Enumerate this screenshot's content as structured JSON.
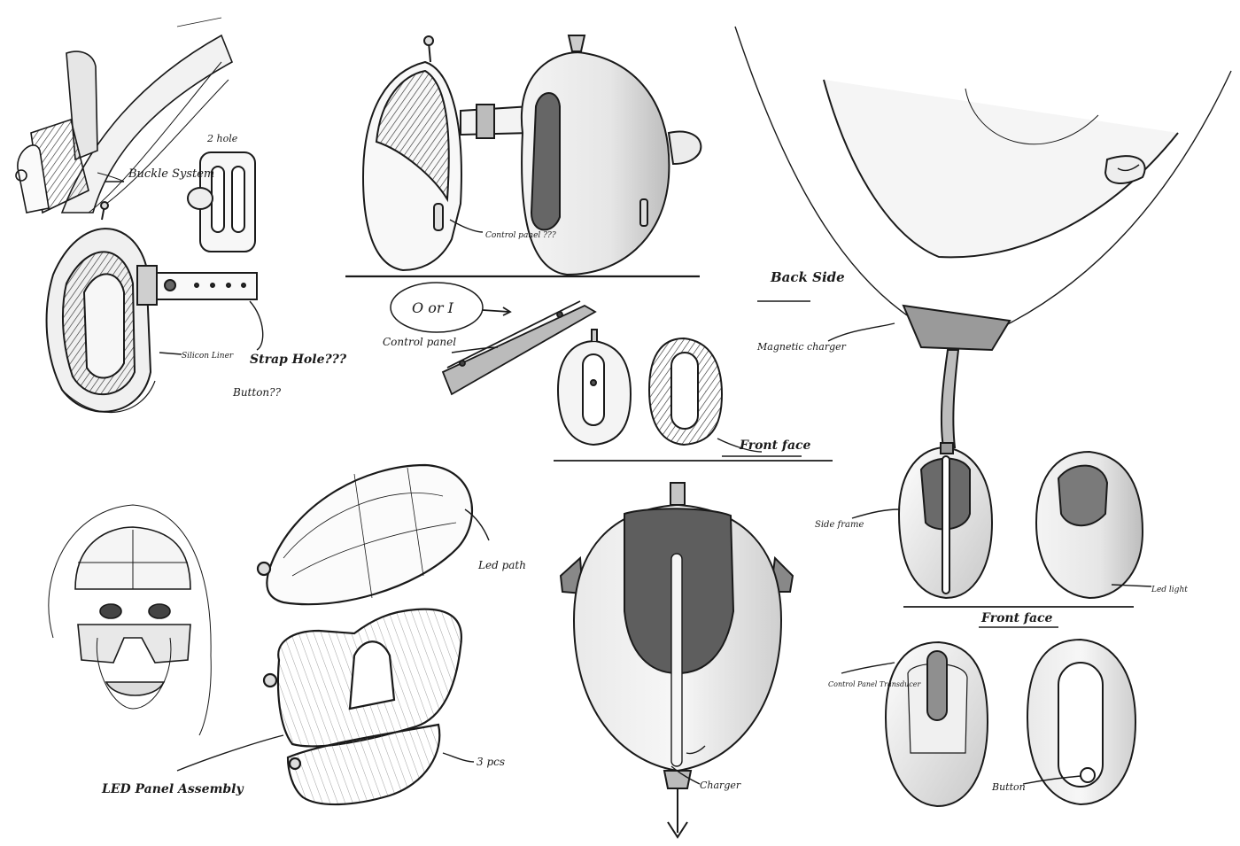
{
  "annotations": {
    "buckle_system": "Buckle System",
    "two_hole": "2 hole",
    "silicon_liner": "Silicon Liner",
    "strap_hole": "Strap Hole???",
    "button_top_left": "Button??",
    "control_panel_top": "Control panel ???",
    "shape_option": "O or I",
    "control_panel_side": "Control panel",
    "back_side": "Back Side",
    "magnetic_charger": "Magnetic charger",
    "front_face_middle": "Front face",
    "led_path": "Led path",
    "led_panel": "LED Panel Assembly",
    "parts": "3 pcs",
    "charger": "Charger",
    "side_frame": "Side frame",
    "led_light": "Led light",
    "front_face_right": "Front face",
    "control_panel_right": "Control Panel Transducer",
    "button_bottom_right": "Button"
  },
  "colors": {
    "ink": "#1a1a1a",
    "shade_dark": "#5e5e5e",
    "shade_mid": "#9a9a9a",
    "shade_light": "#d9d9d9"
  },
  "icons": {
    "brand_mark": "swoosh-logo"
  }
}
